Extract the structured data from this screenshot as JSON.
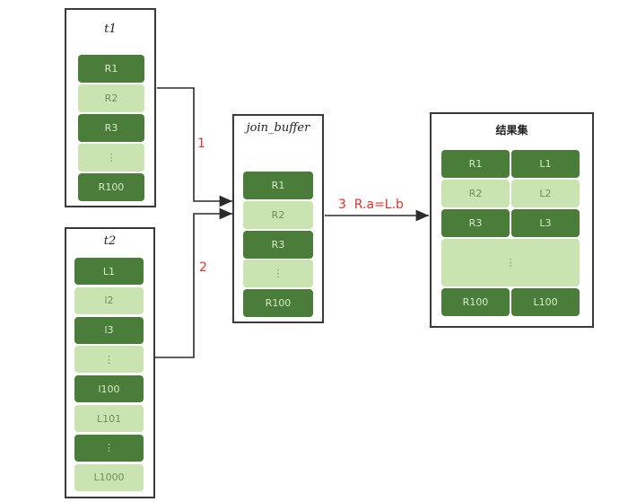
{
  "t1": {
    "title": "t1",
    "rows": [
      {
        "label": "R1",
        "shade": "dark"
      },
      {
        "label": "R2",
        "shade": "light"
      },
      {
        "label": "R3",
        "shade": "dark"
      },
      {
        "label": "⋮",
        "shade": "light"
      },
      {
        "label": "R100",
        "shade": "dark"
      }
    ]
  },
  "t2": {
    "title": "t2",
    "rows": [
      {
        "label": "L1",
        "shade": "dark"
      },
      {
        "label": "l2",
        "shade": "light"
      },
      {
        "label": "l3",
        "shade": "dark"
      },
      {
        "label": "⋮",
        "shade": "light"
      },
      {
        "label": "l100",
        "shade": "dark"
      },
      {
        "label": "L101",
        "shade": "light"
      },
      {
        "label": "⋮",
        "shade": "dark"
      },
      {
        "label": "L1000",
        "shade": "light"
      }
    ]
  },
  "join_buffer": {
    "title": "join_buffer",
    "rows": [
      {
        "label": "R1",
        "shade": "dark"
      },
      {
        "label": "R2",
        "shade": "light"
      },
      {
        "label": "R3",
        "shade": "dark"
      },
      {
        "label": "⋮",
        "shade": "light"
      },
      {
        "label": "R100",
        "shade": "dark"
      }
    ]
  },
  "result_set": {
    "title": "结果集",
    "rows": [
      {
        "left": "R1",
        "right": "L1",
        "shade": "dark"
      },
      {
        "left": "R2",
        "right": "L2",
        "shade": "light"
      },
      {
        "left": "R3",
        "right": "L3",
        "shade": "dark"
      },
      {
        "left": "",
        "right": "",
        "middle": "⋮",
        "shade": "light"
      },
      {
        "left": "R100",
        "right": "L100",
        "shade": "dark"
      }
    ]
  },
  "steps": {
    "step1": "1",
    "step2": "2",
    "step3": "3  R.a=L.b"
  },
  "colors": {
    "dark_green": "#4a7c3a",
    "light_green": "#c9e4b0",
    "step_label": "#d9352c",
    "line": "#2b2b2b"
  }
}
